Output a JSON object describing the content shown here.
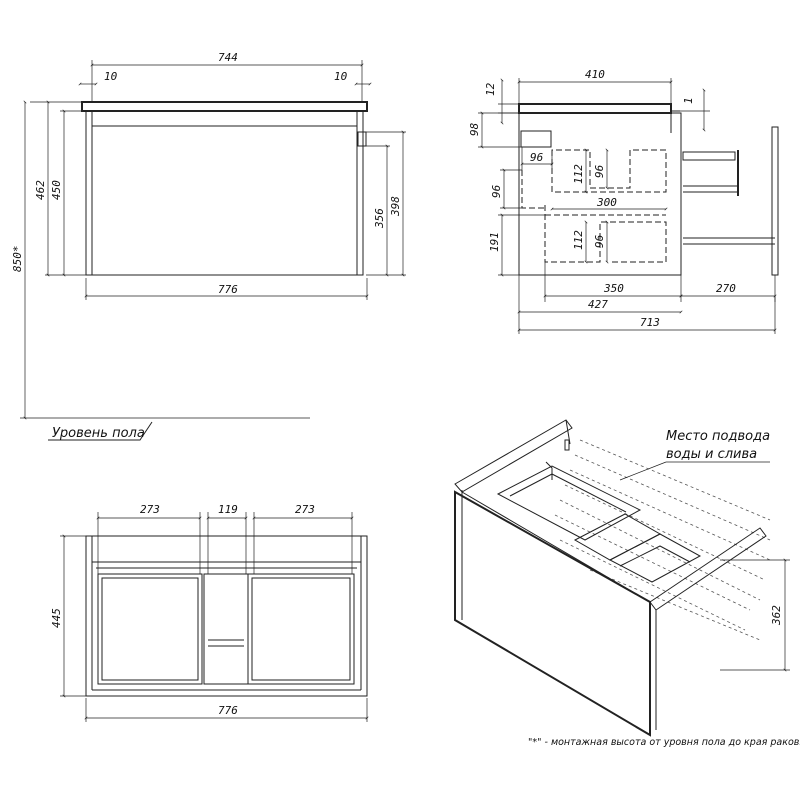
{
  "front_view": {
    "width_top": "744",
    "left_gap": "10",
    "right_gap": "10",
    "height_total": "462",
    "height_body": "450",
    "width_bottom": "776",
    "side_356": "356",
    "side_398": "398",
    "mount_height": "850*"
  },
  "floor_label": "Уровень пола",
  "side_view": {
    "top_width": "410",
    "top_thickness": "12",
    "lip": "1",
    "h98": "98",
    "w96": "96",
    "h112_top": "112",
    "h96_top": "96",
    "h96_left": "96",
    "w300": "300",
    "h191": "191",
    "h112_bottom": "112",
    "h96_bottom": "96",
    "w350": "350",
    "w270": "270",
    "w427": "427",
    "w713": "713"
  },
  "plan_view": {
    "left": "273",
    "middle": "119",
    "right": "273",
    "depth": "445",
    "width": "776"
  },
  "iso_view": {
    "label_line1": "Место подвода",
    "label_line2": "воды и слива",
    "height": "362"
  },
  "footnote": "\"*\" - монтажная высота от уровня пола до края раковины"
}
